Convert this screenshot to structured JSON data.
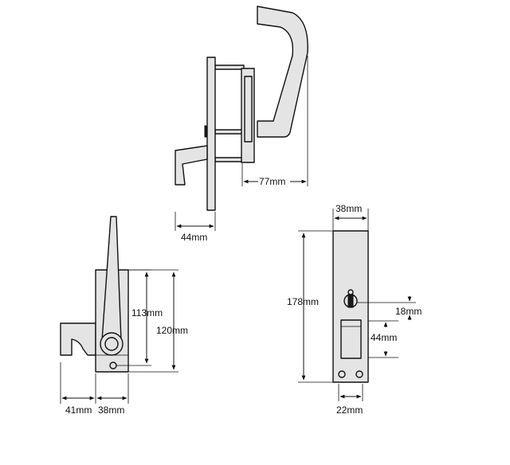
{
  "dimensions": {
    "side_depth": "77mm",
    "side_plate": "44mm",
    "front_height_inner": "113mm",
    "front_height_outer": "120mm",
    "front_base_left": "41mm",
    "front_base_right": "38mm",
    "rear_width_top": "38mm",
    "rear_height": "178mm",
    "rear_cylinder_offset": "18mm",
    "rear_slot": "44mm",
    "rear_hole_spacing": "22mm"
  }
}
